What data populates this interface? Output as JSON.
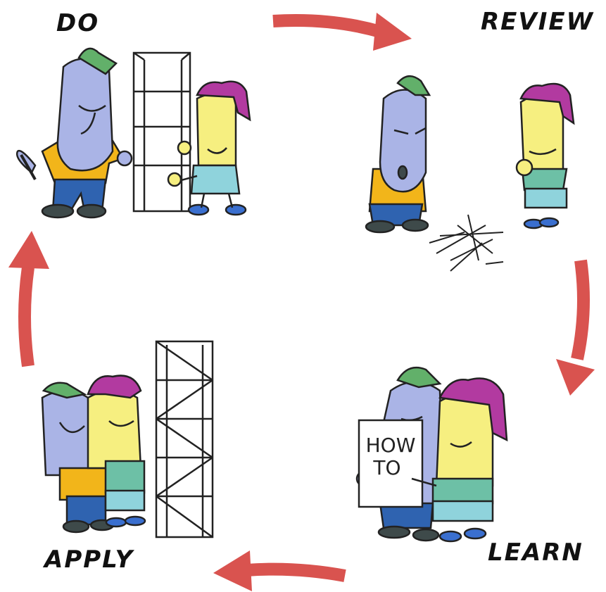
{
  "stages": {
    "do": "DO",
    "review": "REVIEW",
    "learn": "LEARN",
    "apply": "APPLY"
  },
  "sign": {
    "line1": "HOW",
    "line2": "TO"
  },
  "colors": {
    "arrow": "#d9534f",
    "head_blue": "#aab4e6",
    "head_yellow": "#f6ef80",
    "hair_green": "#62b06a",
    "hair_magenta": "#b23aa0",
    "shirt_yellow": "#f2b51a",
    "pants_blue": "#2f63b0",
    "shirt_teal": "#6dc0a6",
    "skirt_aqua": "#8fd3dc",
    "shoe_dark": "#3e4a4a",
    "shoe_blue": "#3a6fcf"
  }
}
